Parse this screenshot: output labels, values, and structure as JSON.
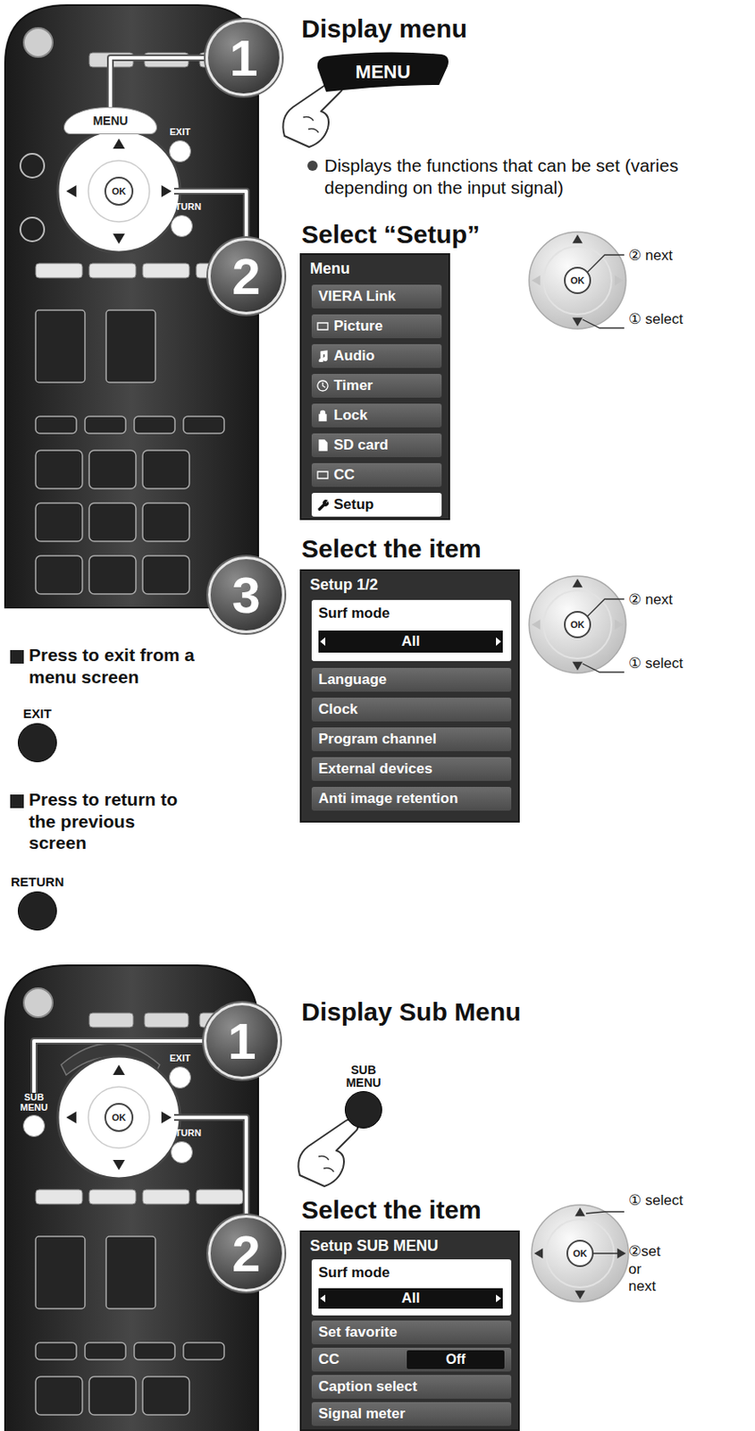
{
  "diagram": {
    "nodes": [
      {
        "text": [
          "MENU"
        ]
      },
      {
        "text": [
          "EXIT"
        ]
      },
      {
        "text": [
          "OK"
        ]
      },
      {
        "text": [
          "RETURN"
        ]
      },
      {
        "text": [
          "1"
        ]
      },
      {
        "text": [
          "MENU"
        ]
      },
      {
        "text": [
          "2"
        ]
      },
      {
        "text": [
          "Menu"
        ]
      },
      {
        "text": [
          "VIERA Link"
        ],
        "in": 7
      },
      {
        "text": [
          "Picture"
        ],
        "in": 7
      },
      {
        "text": [
          "Audio"
        ],
        "in": 7
      },
      {
        "text": [
          "Timer"
        ],
        "in": 7
      },
      {
        "text": [
          "Lock"
        ],
        "in": 7
      },
      {
        "text": [
          "SD card"
        ],
        "in": 7
      },
      {
        "text": [
          "CC"
        ],
        "in": 7
      },
      {
        "text": [
          "Setup"
        ],
        "in": 7
      },
      {
        "text": [
          "OK"
        ]
      },
      {
        "text": [
          "3"
        ]
      },
      {
        "text": [
          "Setup 1/2"
        ]
      },
      {
        "text": [
          "Surf mode"
        ],
        "in": 18
      },
      {
        "text": [
          "All"
        ],
        "in": 19
      },
      {
        "text": [
          "Language"
        ],
        "in": 18
      },
      {
        "text": [
          "Clock"
        ],
        "in": 18
      },
      {
        "text": [
          "Program channel"
        ],
        "in": 18
      },
      {
        "text": [
          "External devices"
        ],
        "in": 18
      },
      {
        "text": [
          "Anti image retention"
        ],
        "in": 18
      },
      {
        "text": [
          "OK"
        ]
      },
      {
        "text": [
          "EXIT"
        ]
      },
      {
        "text": [
          "RETURN"
        ]
      },
      {
        "text": [
          "EXIT"
        ]
      },
      {
        "text": [
          "SUB MENU"
        ]
      },
      {
        "text": [
          "OK"
        ]
      },
      {
        "text": [
          "RETURN"
        ]
      },
      {
        "text": [
          "1"
        ]
      },
      {
        "text": [
          "SUB MENU"
        ]
      },
      {
        "text": [
          "2"
        ]
      },
      {
        "text": [
          "Setup SUB MENU"
        ]
      },
      {
        "text": [
          "Surf mode"
        ],
        "in": 36
      },
      {
        "text": [
          "All"
        ],
        "in": 37
      },
      {
        "text": [
          "Set favorite"
        ],
        "in": 36
      },
      {
        "text": [
          "CC"
        ],
        "in": 36
      },
      {
        "text": [
          "Off"
        ],
        "in": 40
      },
      {
        "text": [
          "Caption select"
        ],
        "in": 36
      },
      {
        "text": [
          "Signal meter"
        ],
        "in": 36
      },
      {
        "text": [
          "OK"
        ]
      }
    ],
    "edges": [
      {
        "from": 0,
        "to": 4,
        "arrow": "none"
      },
      {
        "from": 30,
        "to": 33,
        "arrow": "none"
      }
    ],
    "labels": [
      "Display menu",
      "Displays the functions that can be set (varies depending on the input signal)",
      "Select “Setup”",
      "② next",
      "① select",
      "Select the item",
      "② next",
      "① select",
      "Press to exit from a menu screen",
      "Press to return to the previous screen",
      "Display Sub Menu",
      "Select the item",
      "① select",
      "②set or next"
    ]
  }
}
